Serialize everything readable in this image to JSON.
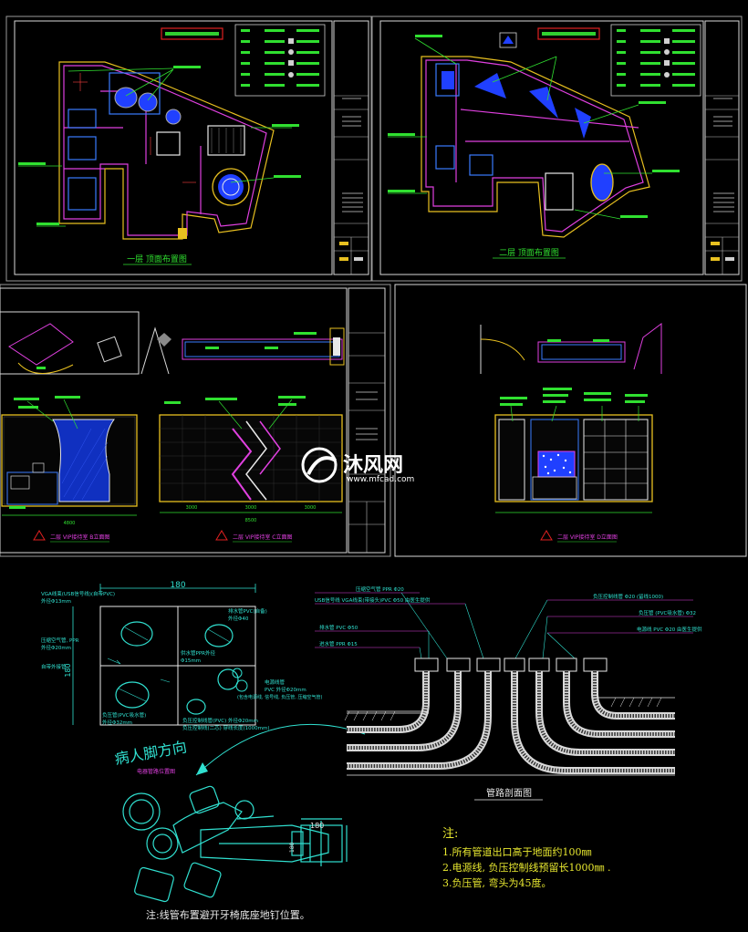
{
  "sheet1": {
    "title": "一层 顶面布置图"
  },
  "sheet2": {
    "title": "二层 顶面布置图"
  },
  "sheet3": {
    "caption_left": "二层 VIP接待室 B立面图",
    "caption_right": "二层 VIP接待室 C立面图",
    "dims_left": [
      "4800"
    ],
    "dims_right": [
      "3000",
      "3000",
      "3000",
      "8500"
    ]
  },
  "sheet4": {
    "caption": "二层 VIP接待室 D立面图"
  },
  "watermark": {
    "brand": "沐风网",
    "url": "www.mfcad.com"
  },
  "plan_detail": {
    "dim_top": "180",
    "dim_side": "180",
    "note_top": "VGA线束(USB信号线)(自带PVC)",
    "note_top_sub": "外径Φ13mm",
    "note_right_top": "排水管PVC(自备)",
    "note_right_top_sub": "外径Φ40",
    "note_air": "压缩空气管, PPR",
    "note_air_sub": "外径Φ20mm",
    "note_left_mid": "自带外接管",
    "note_supply": "供水管PPR外径",
    "note_supply_sub": "Φ15mm",
    "note_power": "电源线管",
    "note_power_sub": "PVC 外径Φ20mm",
    "note_power_sub2": "(包含电源线, 信号线, 负压管, 压缩空气管)",
    "note_neg": "负压管(PVC吸水管)",
    "note_neg_sub": "外径Φ32mm",
    "note_ctrl": "负压控制线管(PVC) 外径Φ20mm",
    "note_ctrl_sub": "负压控制线(二芯) 穿线长度(1000mm)",
    "arrow_label": "病人脚方向",
    "subtitle": "电器管路位置图",
    "dim_bottom": "180",
    "dim_bottom_side": "180"
  },
  "section": {
    "title": "管路剖面图",
    "label1": "压缩空气管 PPR Φ20",
    "label2": "USB信号线 VGA线束(带接头)PVC Φ50 由医生提供",
    "label3": "排水管 PVC Φ50",
    "label4": "进水管 PPR Φ15",
    "label5": "负压控制线管 Φ20 (留线1000)",
    "label6": "负压管 (PVC吸水管) Φ32",
    "label7": "电源线 PVC Φ20 由医生提供"
  },
  "notes": {
    "heading": "注:",
    "items": [
      "1.所有管道出口高于地面约100㎜",
      "2.电源线, 负压控制线预留长1000㎜ .",
      "3.负压管, 弯头为45度。"
    ],
    "bottom": "注:线管布置避开牙椅底座地钉位置。"
  }
}
